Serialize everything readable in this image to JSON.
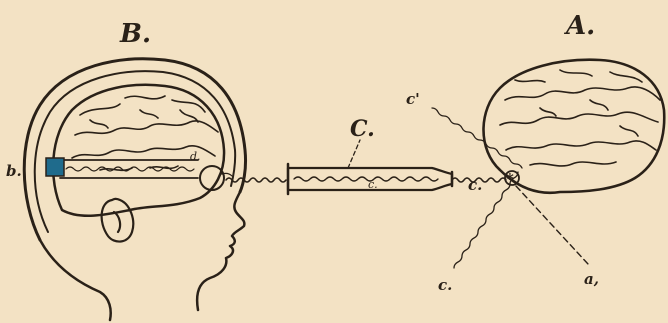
{
  "labels": {
    "B": "B.",
    "A": "A.",
    "C": "C.",
    "b": "b.",
    "c_tube": "c.",
    "c_right": "c.",
    "c_prime": "c'",
    "c_lower": "c.",
    "a": "a,",
    "star": "*",
    "d": "d."
  },
  "colors": {
    "paper": "#f3e2c4",
    "ink": "#2a2118",
    "marker": "#1f6b8c"
  }
}
